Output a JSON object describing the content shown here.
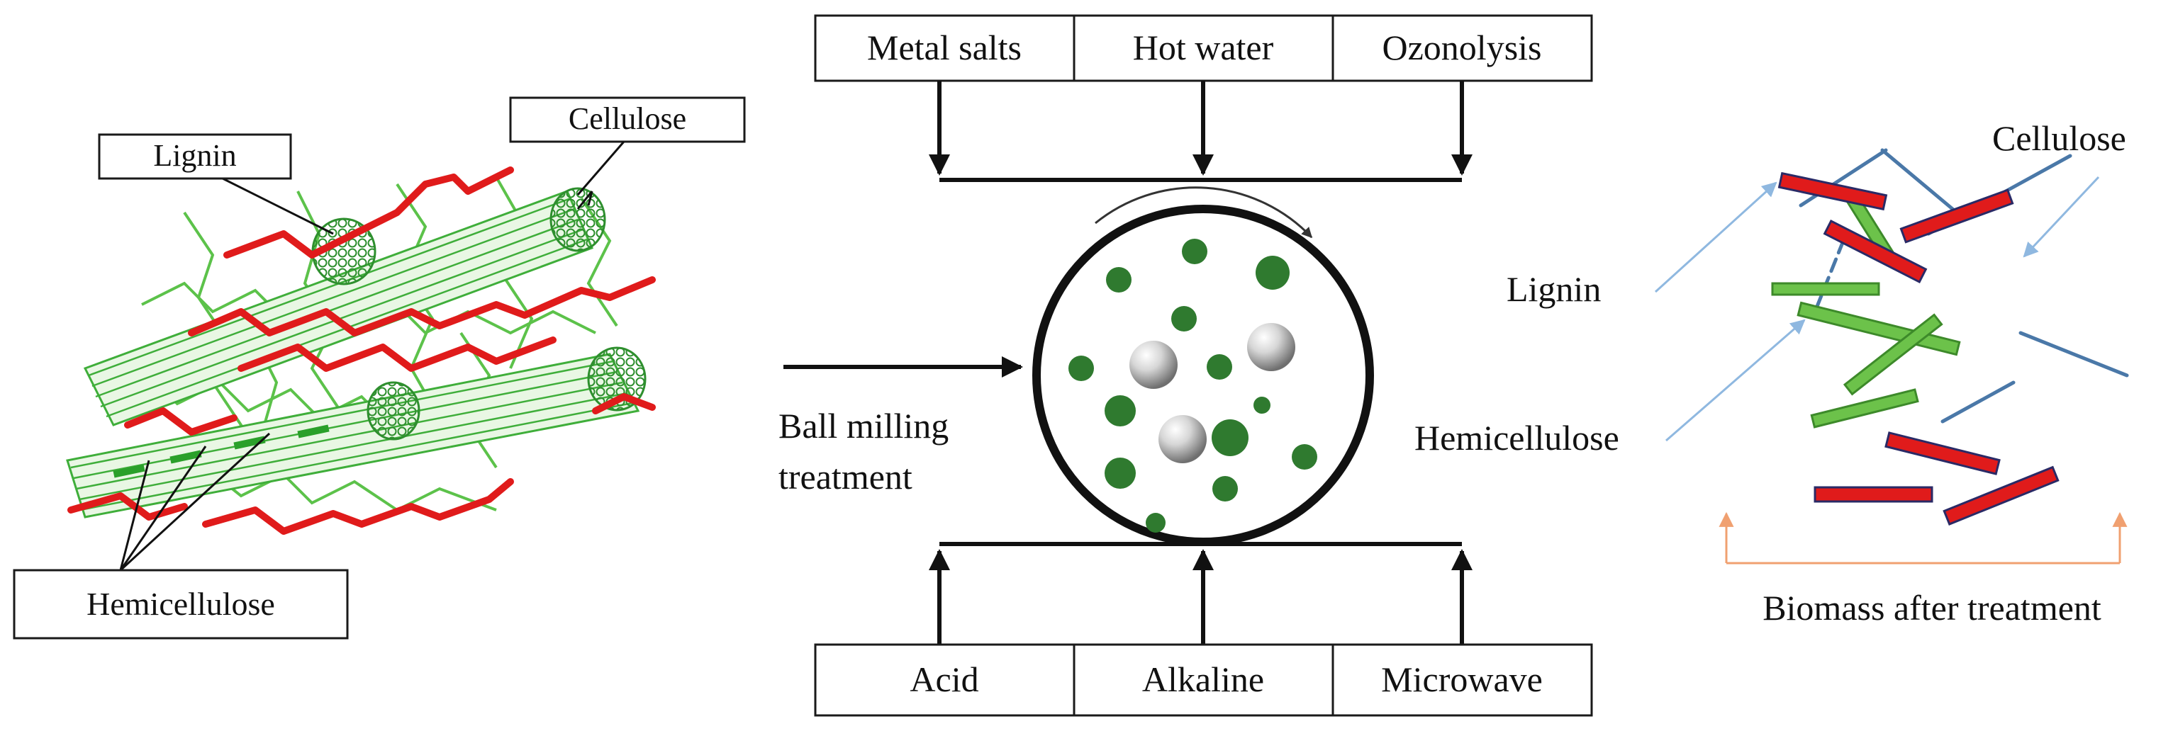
{
  "left_panel": {
    "labels": {
      "lignin": "Lignin",
      "cellulose": "Cellulose",
      "hemicellulose": "Hemicellulose"
    }
  },
  "center_panel": {
    "top_treatments": [
      "Metal salts",
      "Hot water",
      "Ozonolysis"
    ],
    "bottom_treatments": [
      "Acid",
      "Alkaline",
      "Microwave"
    ],
    "ball_milling_label_line1": "Ball milling",
    "ball_milling_label_line2": "treatment"
  },
  "right_panel": {
    "labels": {
      "cellulose": "Cellulose",
      "lignin": "Lignin",
      "hemicellulose": "Hemicellulose"
    },
    "caption": "Biomass after treatment"
  },
  "colors": {
    "lignin_red": "#e01b1b",
    "hemicellulose_green": "#6cc24a",
    "cellulose_blue": "#4a78a8",
    "fiber_green": "#3fae3a",
    "particle_green": "#2f7a2f",
    "bracket_orange": "#f0a070",
    "pointer_blue": "#8fb8e0"
  }
}
